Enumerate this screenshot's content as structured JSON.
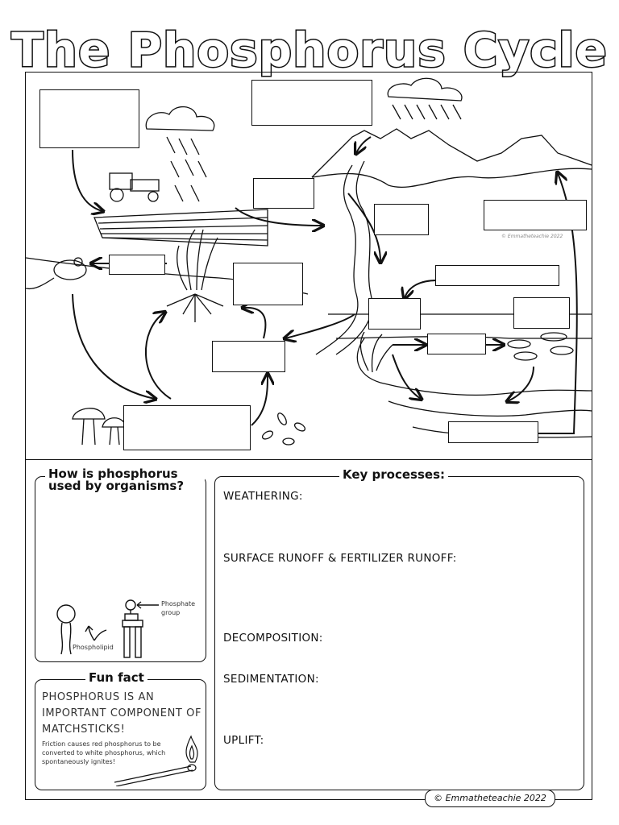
{
  "title": "The Phosphorus Cycle",
  "watermark": "© Emmatheteachie 2022",
  "organisms_panel": {
    "heading": "How is phosphorus used by organisms?",
    "phosphate_group_label": "Phosphate group",
    "phospholipid_label": "Phospholipid"
  },
  "fun_fact": {
    "heading": "Fun fact",
    "headline": "PHOSPHORUS IS AN IMPORTANT COMPONENT OF MATCHSTICKS!",
    "detail": "Friction causes red phosphorus to be converted to white phosphorus, which spontaneously ignites!"
  },
  "key_processes": {
    "heading": "Key processes:",
    "items": [
      "WEATHERING:",
      "SURFACE RUNOFF & FERTILIZER RUNOFF:",
      "DECOMPOSITION:",
      "SEDIMENTATION:",
      "UPLIFT:"
    ]
  },
  "footer": {
    "copyright": "© Emmatheteachie 2022"
  }
}
